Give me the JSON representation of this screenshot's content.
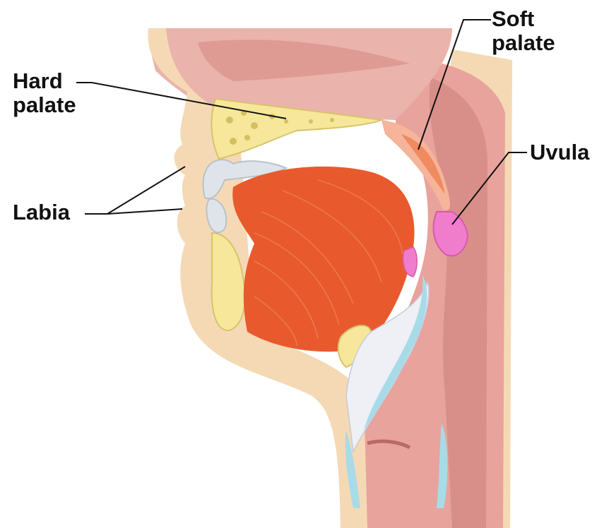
{
  "labels": {
    "hard_palate": [
      "Hard",
      "palate"
    ],
    "soft_palate": [
      "Soft",
      "palate"
    ],
    "uvula": "Uvula",
    "labia": "Labia"
  },
  "colors": {
    "skin": "#f5d9b5",
    "pharynx": "#e9a9a2",
    "nasal": "#e8b0aa",
    "tongue": "#e85a2e",
    "bone": "#f6e79a",
    "teeth": "#dfe4ea",
    "uvula": "#f07ccc",
    "cartilage": "#a8dbe8",
    "leader": "#111111"
  }
}
